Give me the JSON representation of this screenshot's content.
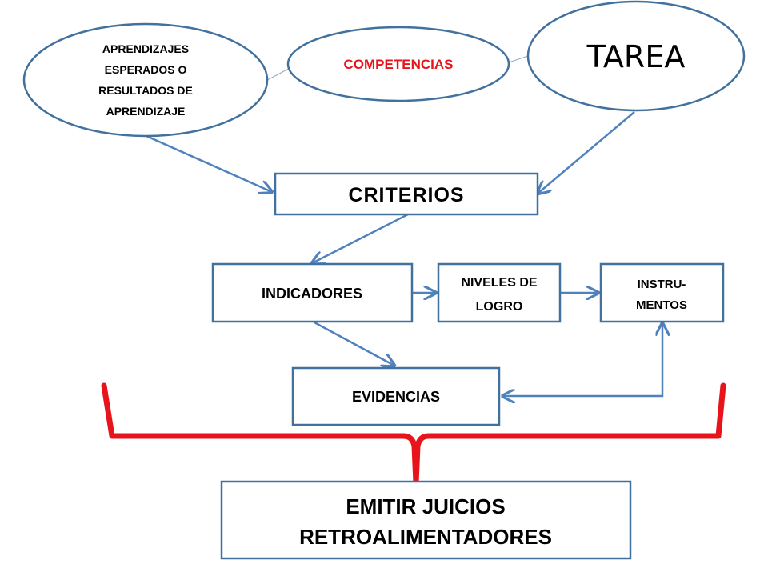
{
  "colors": {
    "node_border": "#41719c",
    "arrow": "#4f81bd",
    "bracket": "#e8141b",
    "accent_text": "#e8141b"
  },
  "nodes": {
    "aprendizajes": {
      "lines": [
        "APRENDIZAJES",
        "ESPERADOS O",
        "RESULTADOS  DE",
        "APRENDIZAJE"
      ]
    },
    "competencias": {
      "label": "COMPETENCIAS"
    },
    "tarea": {
      "label": "TAREA"
    },
    "criterios": {
      "label": "CRITERIOS"
    },
    "indicadores": {
      "label": "INDICADORES"
    },
    "niveles": {
      "lines": [
        "NIVELES DE",
        "LOGRO"
      ]
    },
    "instrumentos": {
      "lines": [
        "INSTRU-",
        "MENTOS"
      ]
    },
    "evidencias": {
      "label": "EVIDENCIAS"
    },
    "emitir": {
      "lines": [
        "EMITIR JUICIOS",
        "RETROALIMENTADORES"
      ]
    }
  }
}
